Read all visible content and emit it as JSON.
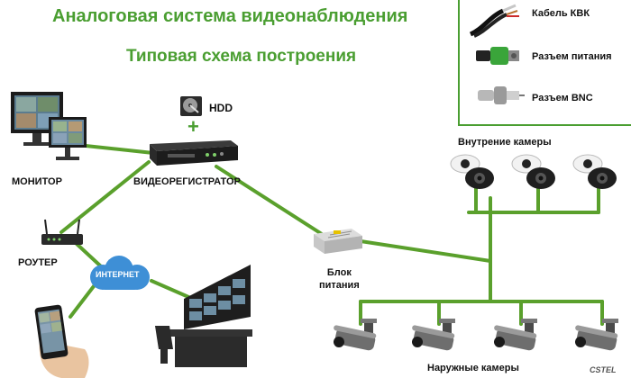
{
  "header": {
    "title": "Аналоговая система видеонаблюдения",
    "subtitle": "Типовая схема построения"
  },
  "legend": {
    "items": [
      {
        "label": "Кабель КВК",
        "icon": "coax-cable-icon"
      },
      {
        "label": "Разъем питания",
        "icon": "power-connector-icon"
      },
      {
        "label": "Разъем BNC",
        "icon": "bnc-connector-icon"
      }
    ]
  },
  "nodes": {
    "hdd": "HDD",
    "plus": "+",
    "monitor": "МОНИТОР",
    "dvr": "ВИДЕОРЕГИСТРАТОР",
    "router": "РОУТЕР",
    "internet": "ИНТЕРНЕТ",
    "power_supply": "Блок\nпитания",
    "indoor_cameras": "Внутрение камеры",
    "outdoor_cameras": "Наружные камеры",
    "brand": "CSTEL"
  },
  "colors": {
    "title": "#4a9e31",
    "lines": "#5aa02c",
    "label": "#111111",
    "cloud": "#3e8fd6"
  }
}
